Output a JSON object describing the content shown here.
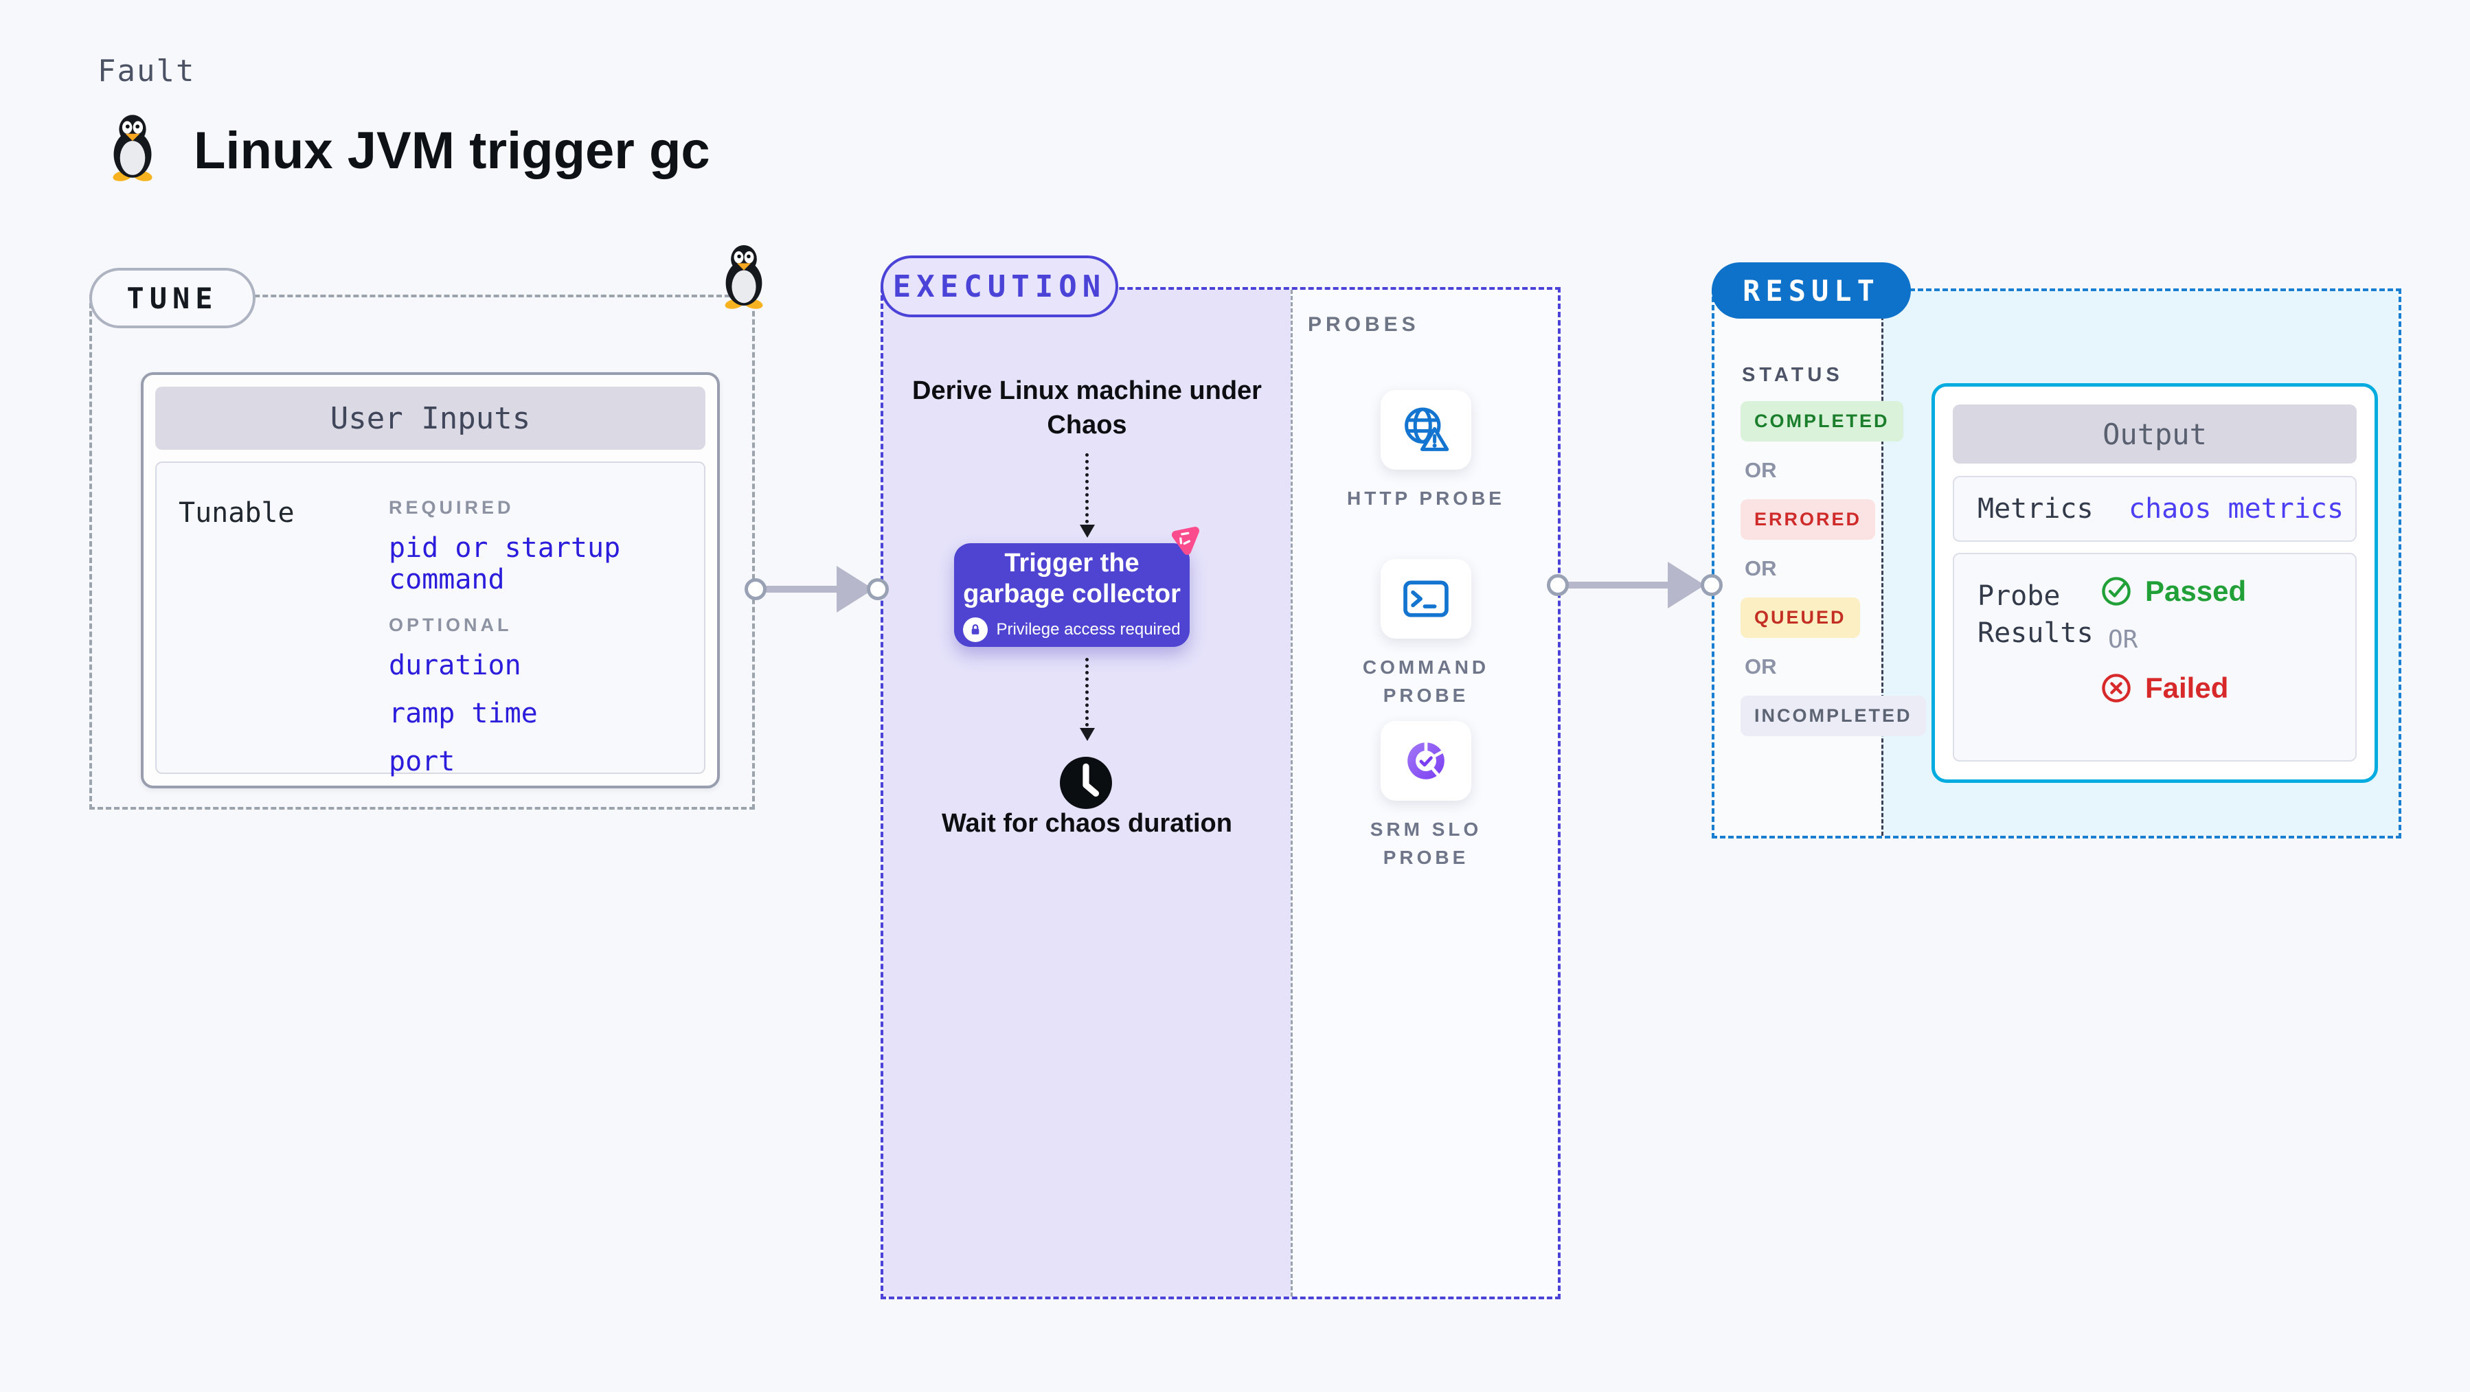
{
  "page": {
    "kind_label": "Fault",
    "title": "Linux JVM trigger gc"
  },
  "tune": {
    "label": "TUNE",
    "card_title": "User Inputs",
    "row_label": "Tunable",
    "required_label": "REQUIRED",
    "required_items": [
      "pid or startup command"
    ],
    "optional_label": "OPTIONAL",
    "optional_items": [
      "duration",
      "ramp time",
      "port"
    ]
  },
  "execution": {
    "label": "EXECUTION",
    "step1": "Derive Linux machine under Chaos",
    "action_title": "Trigger the garbage collector",
    "action_note": "Privilege access required",
    "step3": "Wait for chaos duration"
  },
  "probes": {
    "label": "PROBES",
    "items": [
      {
        "name": "HTTP PROBE",
        "icon": "globe-alert-icon"
      },
      {
        "name": "COMMAND PROBE",
        "icon": "terminal-icon"
      },
      {
        "name": "SRM SLO PROBE",
        "icon": "slo-donut-icon"
      }
    ]
  },
  "result": {
    "label": "RESULT",
    "status_label": "STATUS",
    "or_label": "OR",
    "statuses": [
      {
        "text": "COMPLETED",
        "fg": "#1b7e2d",
        "bg": "#d9f2d9"
      },
      {
        "text": "ERRORED",
        "fg": "#cf2b2b",
        "bg": "#fbe3e3"
      },
      {
        "text": "QUEUED",
        "fg": "#c42f24",
        "bg": "#fcefc3"
      },
      {
        "text": "INCOMPLETED",
        "fg": "#5d6474",
        "bg": "#ebecf5"
      }
    ],
    "output": {
      "title": "Output",
      "metrics_label": "Metrics",
      "metrics_value": "chaos metrics",
      "probe_results_label": "Probe Results",
      "passed_label": "Passed",
      "failed_label": "Failed"
    }
  },
  "colors": {
    "page_bg": "#f6f8fb",
    "indigo_accent": "#4b42d8",
    "execution_bg": "#e5e2fa",
    "result_blue": "#0e71ca",
    "output_border_cyan": "#00abdf",
    "cyan_bg": "#e7f6fd",
    "link_blue": "#2b1ddb",
    "passed_green": "#21a038",
    "failed_red": "#d7282a",
    "probe_icon_blue": "#1375d0",
    "chaos_pink": "#fb4d8e",
    "connector_gray": "#b6b7cb"
  }
}
